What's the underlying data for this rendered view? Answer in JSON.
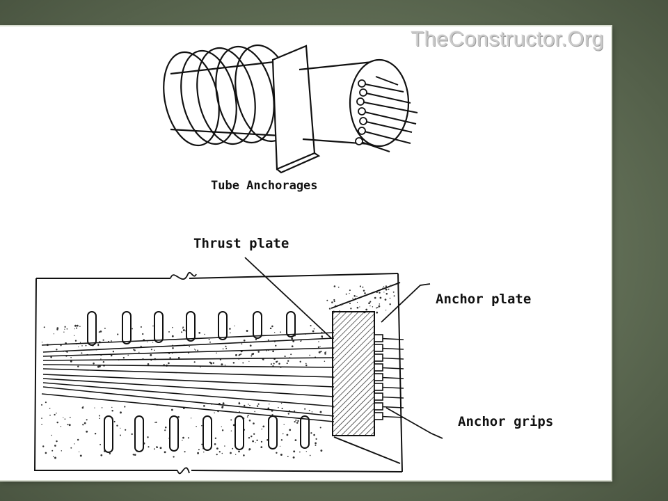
{
  "watermark": "TheConstructor.Org",
  "diagram": {
    "tube_caption": "Tube Anchorages",
    "labels": {
      "thrust_plate": "Thrust plate",
      "anchor_plate": "Anchor plate",
      "anchor_grips": "Anchor grips"
    }
  }
}
